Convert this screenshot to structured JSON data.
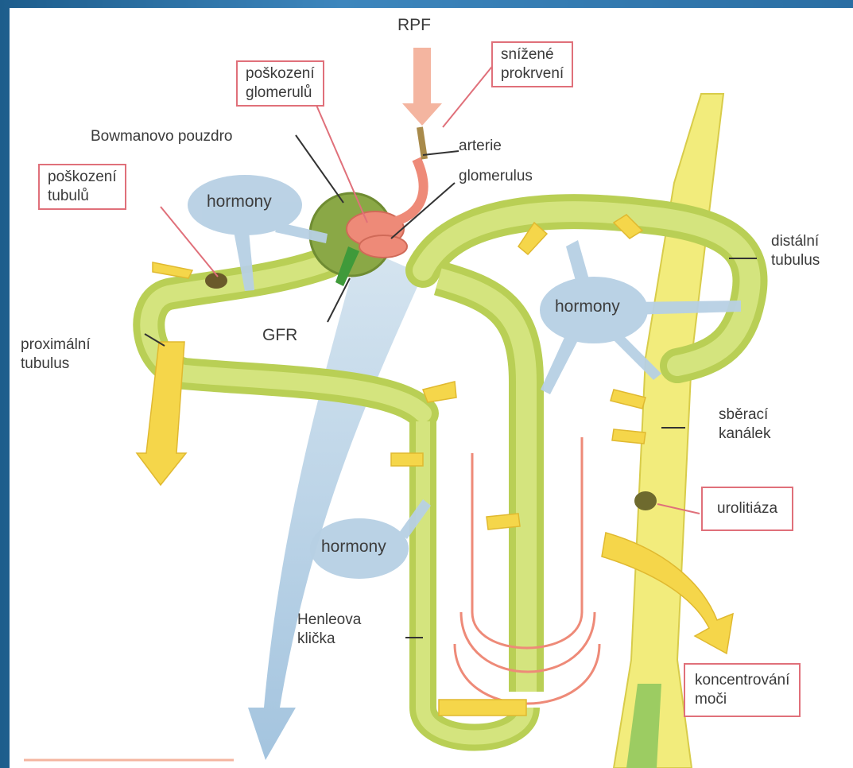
{
  "labels": {
    "rpf": "RPF",
    "arterie": "arterie",
    "glomerulus": "glomerulus",
    "bowman": "Bowmanovo pouzdro",
    "gfr": "GFR",
    "proximal": "proximální\ntubulus",
    "distal": "distální\ntubulus",
    "collecting": "sběrací\nkanálek",
    "henle": "Henleova\nklička"
  },
  "boxes": {
    "glomerular_damage": "poškození\nglomerulů",
    "reduced_perfusion": "snížené\nprokrvení",
    "tubular_damage": "poškození\ntubulů",
    "urolithiasis": "urolitiáza",
    "urine_concentration": "koncentrování\nmoči"
  },
  "hormones": [
    "hormony",
    "hormony",
    "hormony"
  ],
  "colors": {
    "tubule": "#c9dc6a",
    "collecting_duct": "#f2ec7c",
    "blood_arrow": "#b8d2e6",
    "vessel": "#ee8a78",
    "yellow_arrow": "#f5d64a",
    "box_border": "#e0707a"
  }
}
